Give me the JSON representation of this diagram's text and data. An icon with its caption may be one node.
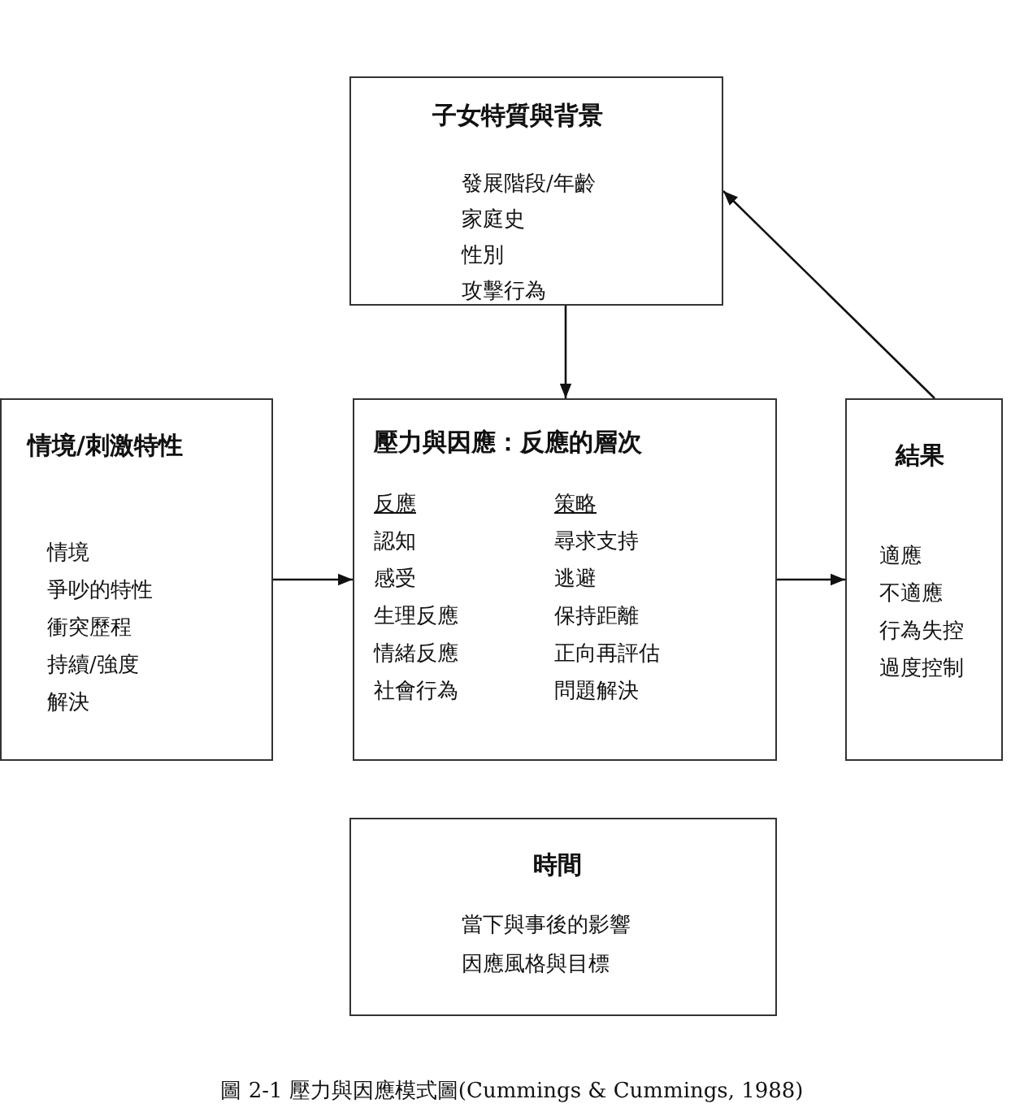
{
  "diagram": {
    "caption": "圖 2-1 壓力與因應模式圖(Cummings & Cummings, 1988)",
    "nodes": [
      {
        "text": [
          "子女特質與背景",
          "發展階段/年齡",
          "家庭史",
          "性別",
          "攻擊行為"
        ]
      },
      {
        "text": [
          "情境/刺激特性",
          "情境",
          "爭吵的特性",
          "衝突歷程",
          "持續/強度",
          "解決"
        ]
      },
      {
        "text": [
          "壓力與因應：反應的層次",
          "反應",
          "認知",
          "感受",
          "生理反應",
          "情緒反應",
          "社會行為",
          "策略",
          "尋求支持",
          "逃避",
          "保持距離",
          "正向再評估",
          "問題解決"
        ]
      },
      {
        "text": [
          "結果",
          "適應",
          "不適應",
          "行為失控",
          "過度控制"
        ]
      },
      {
        "text": [
          "時間",
          "當下與事後的影響",
          "因應風格與目標"
        ]
      }
    ],
    "edges": [
      {
        "from": 0,
        "to": 2,
        "arrow": "to"
      },
      {
        "from": 1,
        "to": 2,
        "arrow": "to"
      },
      {
        "from": 2,
        "to": 3,
        "arrow": "to"
      },
      {
        "from": 3,
        "to": 0,
        "arrow": "to"
      }
    ]
  }
}
